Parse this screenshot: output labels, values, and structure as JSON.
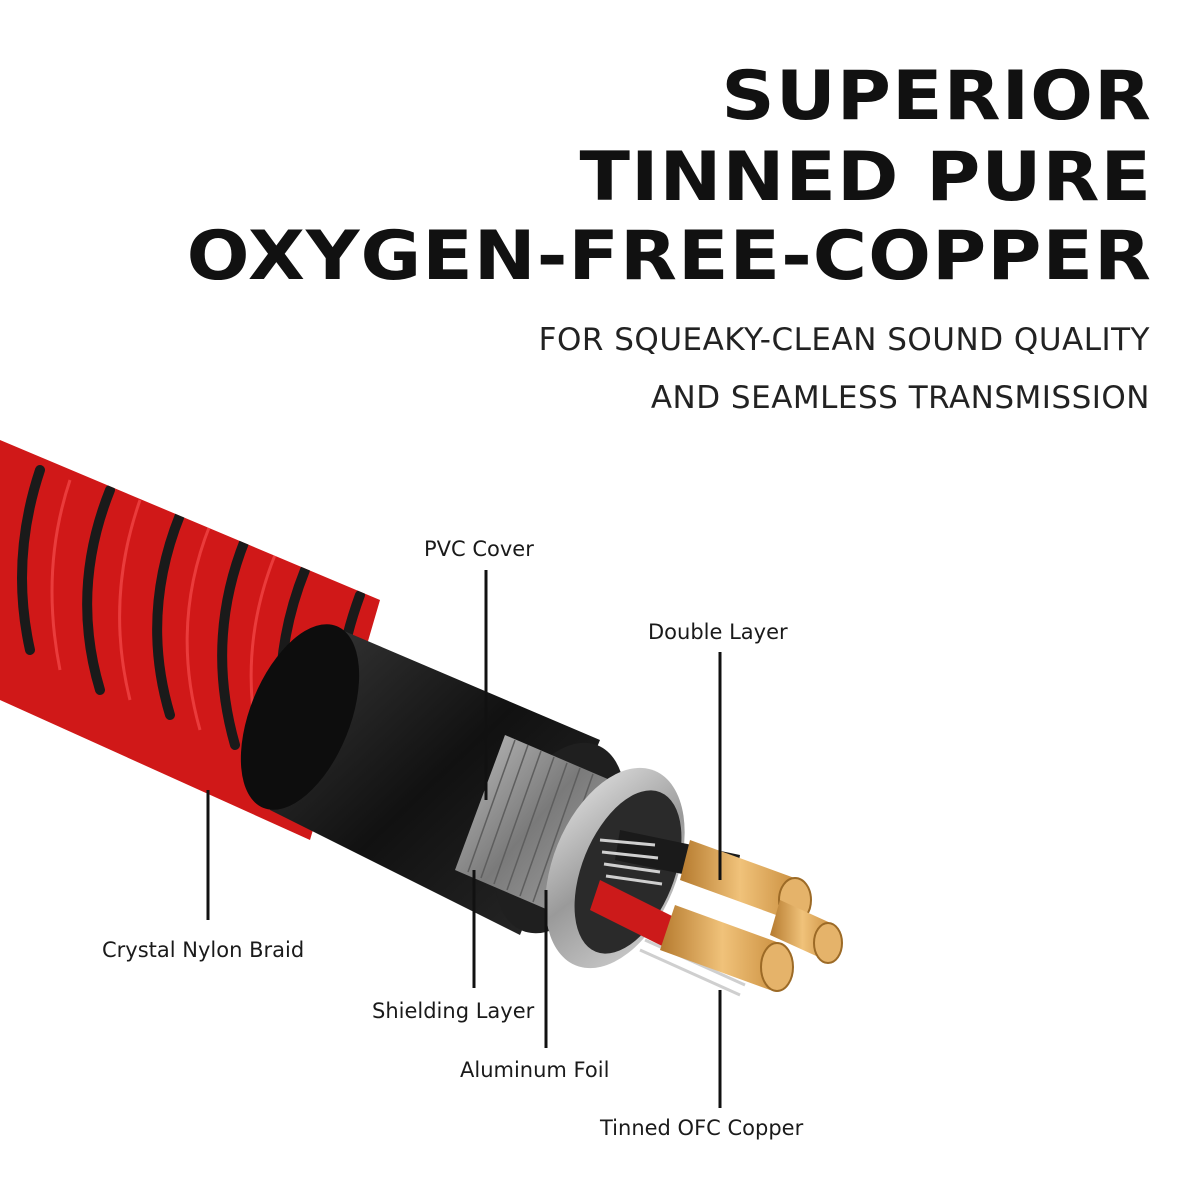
{
  "headline": {
    "line1": "SUPERIOR",
    "line2": "TINNED PURE",
    "line3": "OXYGEN-FREE-COPPER"
  },
  "subheadline": {
    "line1": "FOR SQUEAKY-CLEAN SOUND QUALITY",
    "line2": "AND SEAMLESS TRANSMISSION"
  },
  "labels": {
    "pvc_cover": "PVC Cover",
    "double_layer": "Double Layer",
    "crystal_nylon_braid": "Crystal Nylon Braid",
    "shielding_layer": "Shielding Layer",
    "aluminum_foil": "Aluminum Foil",
    "tinned_ofc_copper": "Tinned OFC Copper"
  },
  "colors": {
    "braid": "#d01818",
    "braid_stripe": "#1a1a1a",
    "pvc_cover": "#1b1b1b",
    "shielding": "#8a8a8a",
    "foil": "#c8c8c8",
    "copper": "#d9a45a",
    "inner_red": "#cc1a1a"
  }
}
